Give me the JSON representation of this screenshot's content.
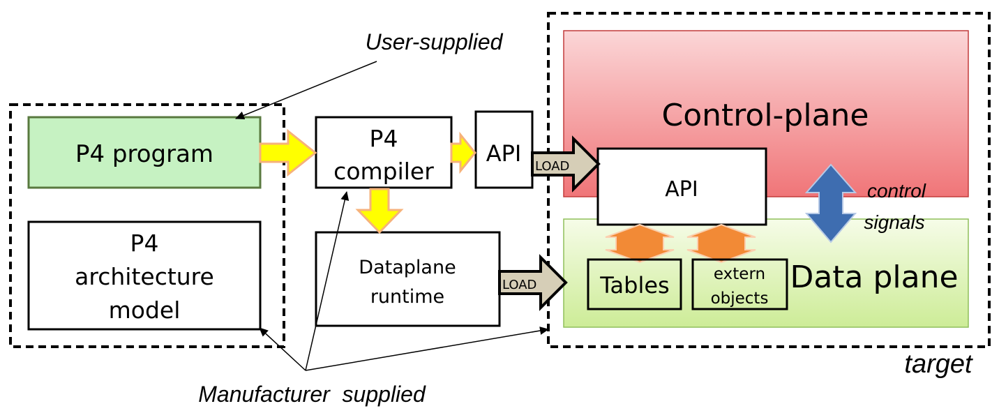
{
  "labels": {
    "user_supplied": "User-supplied",
    "manufacturer_supplied": "Manufacturer  supplied",
    "target": "target",
    "p4_program": "P4 program",
    "p4_arch_line1": "P4",
    "p4_arch_line2": "architecture",
    "p4_arch_line3": "model",
    "p4_compiler_line1": "P4",
    "p4_compiler_line2": "compiler",
    "api_outer": "API",
    "dataplane_runtime_line1": "Dataplane",
    "dataplane_runtime_line2": "runtime",
    "load_top": "LOAD",
    "load_bottom": "LOAD",
    "control_plane": "Control-plane",
    "api_inner": "API",
    "control_signals_line1": "control",
    "control_signals_line2": "signals",
    "tables": "Tables",
    "extern_line1": "extern",
    "extern_line2": "objects",
    "data_plane": "Data plane"
  },
  "colors": {
    "p4_program_fill": "#c6f2c2",
    "p4_program_border": "#59793f",
    "control_plane_fill_top": "#fbd0d2",
    "control_plane_fill_bottom": "#f07377",
    "control_plane_border": "#c23b3b",
    "data_plane_fill_top": "#f4fbe4",
    "data_plane_fill_bottom": "#cfee9c",
    "data_plane_border": "#8fbf5a",
    "yellow_arrow": "#ffff00",
    "yellow_arrow_border": "#f6b27a",
    "load_arrow_fill": "#d6ceb7",
    "orange_arrow": "#f28a36",
    "blue_arrow": "#3e6db0"
  }
}
